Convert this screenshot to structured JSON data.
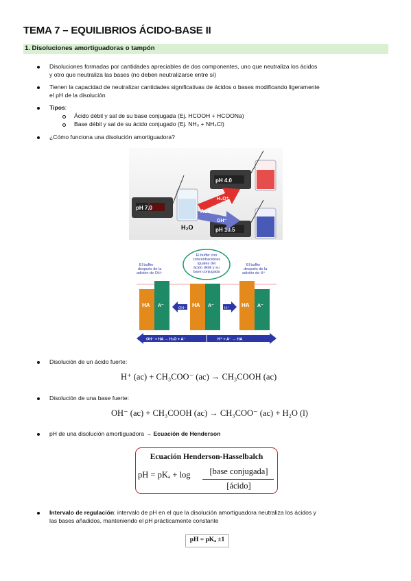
{
  "title": "TEMA 7 – EQUILIBRIOS ÁCIDO-BASE II",
  "section": "1. Disoluciones amortiguadoras o tampón",
  "bullets": {
    "b1_l1": "Disoluciones formadas por cantidades apreciables de dos componentes, uno que neutraliza los ácidos",
    "b1_l2": "y otro que neutraliza las bases (no deben neutralizarse entre sí)",
    "b2_l1": "Tienen la capacidad de neutralizar cantidades significativas de ácidos o bases modificando ligeramente",
    "b2_l2": "el pH de la disolución",
    "b3": "Tipos",
    "b3_sub1": "Ácido débil y sal de su base conjugada (Ej. HCOOH + HCOONa)",
    "b3_sub2": "Base débil y sal de su ácido conjugado (Ej. NH₃ + NH₄Cl)",
    "b4": "¿Cómo funciona una disolución amortiguadora?",
    "b5": "Disolución de un ácido fuerte:",
    "b6": "Disolución de una base fuerte:",
    "b7_pre": "pH de una disolución amortiguadora → ",
    "b7_bold": "Ecuación de Henderson",
    "b8_bold": "Intervalo de regulación",
    "b8_l1": ": intervalo de pH en el que la disolución amortiguadora neutraliza los ácidos y",
    "b8_l2": "las bases añadidos, manteniendo el pH prácticamente constante"
  },
  "equations": {
    "acid": "H⁺ (ac) + CH₃COO⁻ (ac) → CH₃COOH (ac)",
    "base": "OH⁻ (ac) + CH₃COOH (ac) → CH₃COO⁻ (ac) + H₂O (l)"
  },
  "hh_box": {
    "header": "Ecuación Henderson-Hasselbalch",
    "lhs": "pH = pKₐ + log",
    "numerator": "[base conjugada]",
    "denominator": "[ácido]"
  },
  "range_formula": "pH = pKₐ ±1",
  "figure1": {
    "meter_left": "pH 7.0",
    "meter_top": "pH 4.0",
    "meter_bottom": "pH 10.5",
    "water": "H₂O",
    "add": "Add",
    "h3o": "H₃O⁺",
    "oh": "OH⁻",
    "colors": {
      "acid": "#e0312e",
      "base": "#2a3fa8",
      "meter": "#3c3c3c"
    }
  },
  "figure2": {
    "left_label": "El buffer después de la adición de OH⁻",
    "center_label": "El buffer con concentraciones iguales del ácido débil y su base conjugada",
    "right_label": "El buffer después de la adición de H⁺",
    "ha": "HA",
    "a": "A⁻",
    "oh_arrow": "OH⁻",
    "h_arrow": "H⁺",
    "bottom_left": "OH⁻ + HA → H₂O + A⁻",
    "bottom_right": "H⁺ + A⁻ → HA",
    "colors": {
      "ha": "#e48a1c",
      "a": "#1f8a66",
      "arrow": "#2b37a8",
      "label": "#2b37a8"
    }
  }
}
